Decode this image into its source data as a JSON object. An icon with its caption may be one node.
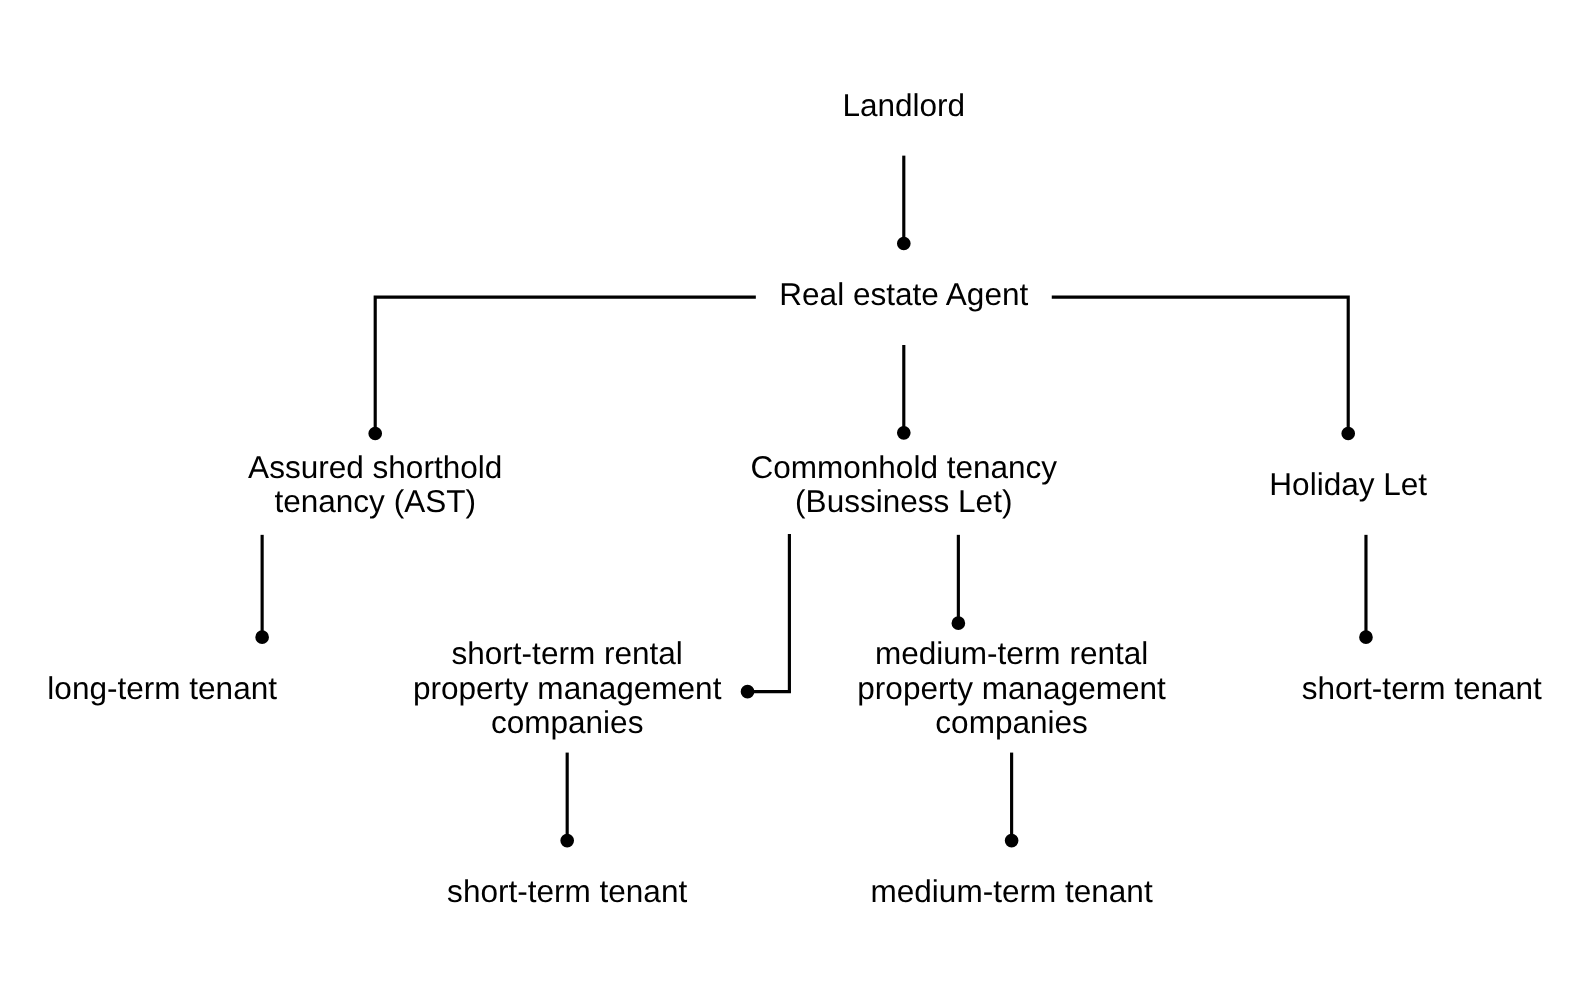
{
  "diagram": {
    "nodes": [
      {
        "text": [
          "Landlord"
        ]
      },
      {
        "text": [
          "Real estate Agent"
        ]
      },
      {
        "text": [
          "Assured shorthold tenancy (AST)"
        ]
      },
      {
        "text": [
          "Commonhold tenancy (Bussiness Let)"
        ]
      },
      {
        "text": [
          "Holiday Let"
        ]
      },
      {
        "text": [
          "long-term tenant"
        ]
      },
      {
        "text": [
          "short-term rental property management companies"
        ]
      },
      {
        "text": [
          "medium-term rental property management companies"
        ]
      },
      {
        "text": [
          "short-term tenant"
        ]
      },
      {
        "text": [
          "short-term tenant"
        ]
      },
      {
        "text": [
          "medium-term tenant"
        ]
      }
    ],
    "edges": [
      {
        "from": 0,
        "to": 1,
        "arrow": "other"
      },
      {
        "from": 1,
        "to": 2,
        "arrow": "other"
      },
      {
        "from": 1,
        "to": 3,
        "arrow": "other"
      },
      {
        "from": 1,
        "to": 4,
        "arrow": "other"
      },
      {
        "from": 2,
        "to": 5,
        "arrow": "other"
      },
      {
        "from": 3,
        "to": 6,
        "arrow": "other"
      },
      {
        "from": 3,
        "to": 7,
        "arrow": "other"
      },
      {
        "from": 4,
        "to": 8,
        "arrow": "other"
      },
      {
        "from": 6,
        "to": 9,
        "arrow": "other"
      },
      {
        "from": 7,
        "to": 10,
        "arrow": "other"
      }
    ]
  }
}
